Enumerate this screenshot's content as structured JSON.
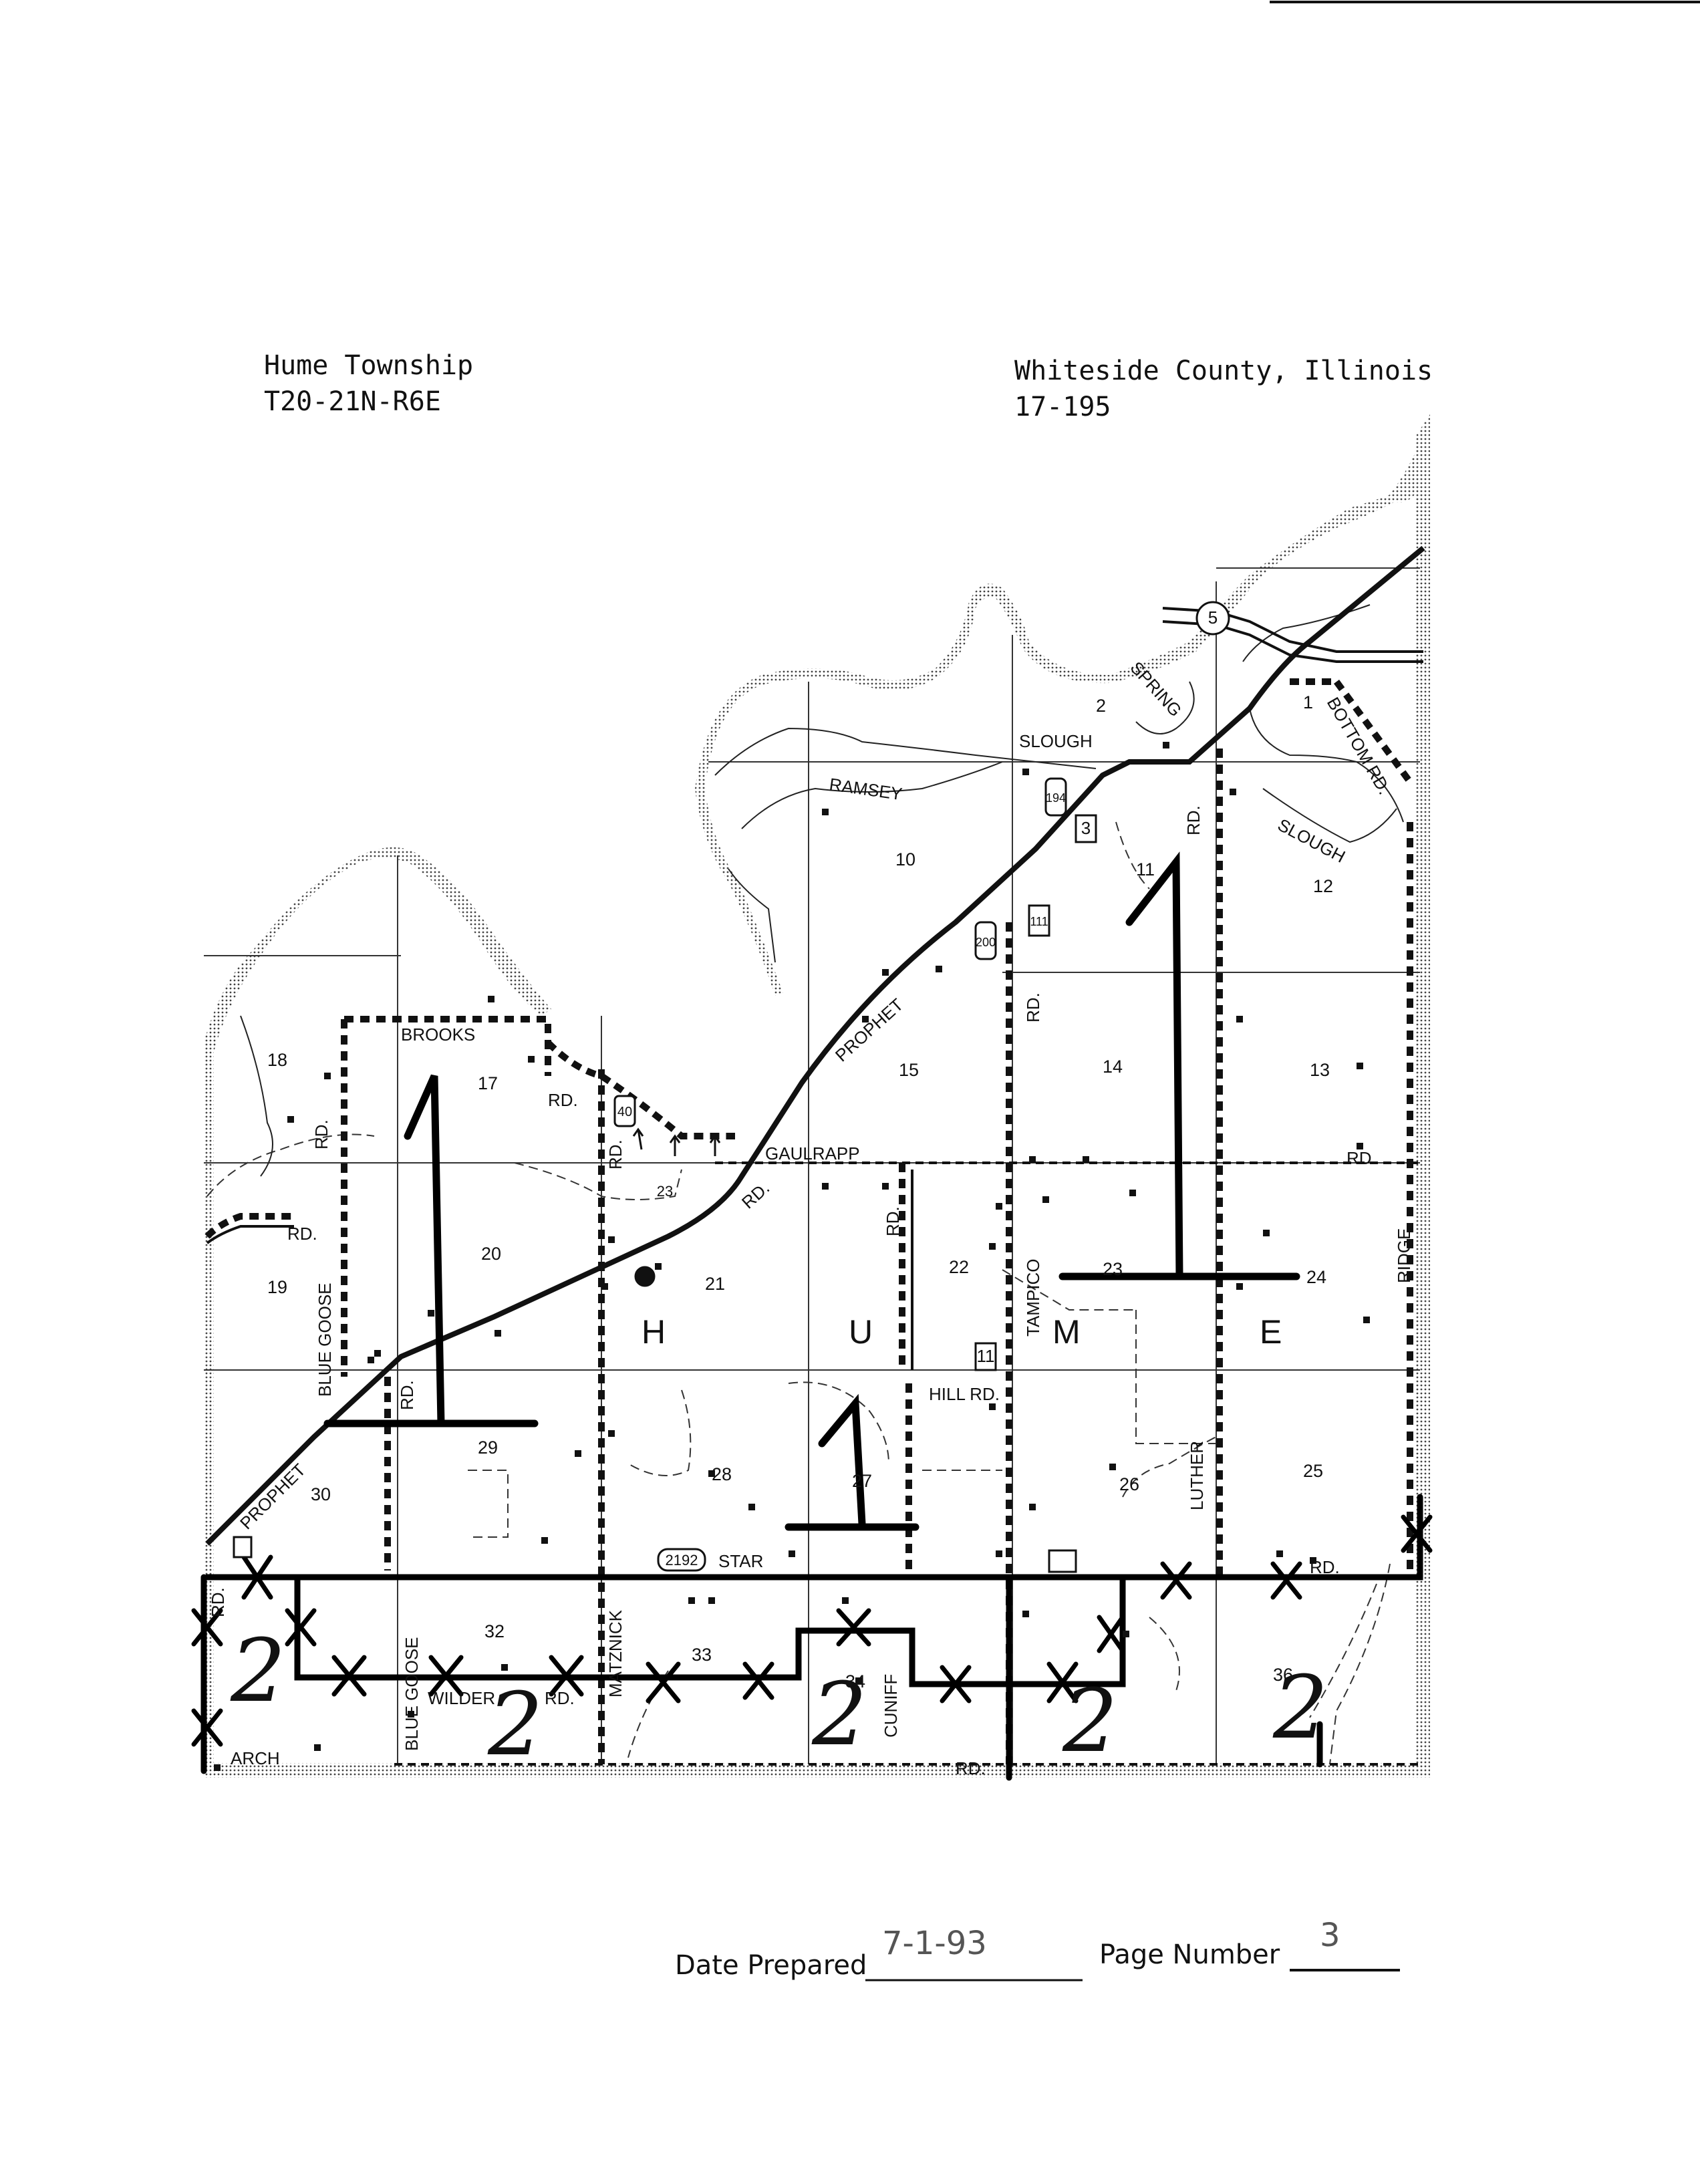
{
  "header": {
    "left_line1": "Hume Township",
    "left_line2": "T20-21N-R6E",
    "right_line1": "Whiteside County, Illinois",
    "right_line2": "17-195"
  },
  "map": {
    "town_letters": [
      "H",
      "U",
      "M",
      "E"
    ],
    "sections": [
      "1",
      "2",
      "10",
      "11",
      "12",
      "13",
      "14",
      "15",
      "17",
      "18",
      "19",
      "20",
      "21",
      "22",
      "23",
      "24",
      "25",
      "26",
      "27",
      "28",
      "29",
      "30",
      "32",
      "33",
      "34",
      "36"
    ],
    "roads": [
      "BROOKS",
      "RD.",
      "GAULRAPP",
      "PROPHET",
      "HILL RD.",
      "STAR",
      "TAMPICO",
      "LUTHER",
      "RIDGE",
      "BLUE GOOSE",
      "WILDER",
      "ARCH",
      "CUNIFF",
      "MATZNICK",
      "BOTTOM RD."
    ],
    "waters": [
      "SLOUGH",
      "RAMSEY",
      "SPRING",
      "SLOUGH"
    ],
    "route_shields": [
      "5",
      "194",
      "3",
      "200",
      "11",
      "111",
      "2192",
      "40",
      "23"
    ],
    "handwritten_zone_1": "1",
    "handwritten_zone_2": "2"
  },
  "footer": {
    "date_label": "Date Prepared",
    "date_value": "7-1-93",
    "page_label": "Page Number",
    "page_value": "3"
  }
}
